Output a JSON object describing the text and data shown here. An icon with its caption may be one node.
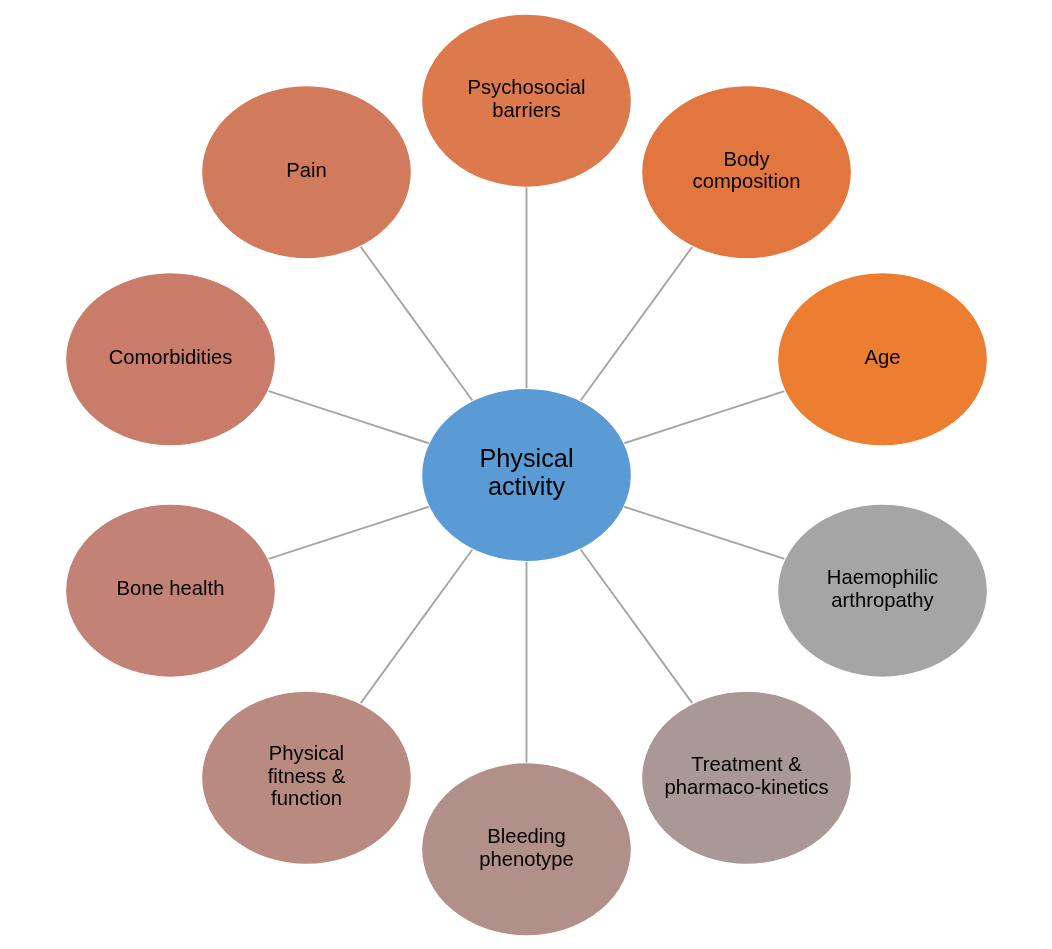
{
  "diagram": {
    "nodes": [
      {
        "text": [
          "Physical activity"
        ]
      },
      {
        "text": [
          "Age"
        ]
      },
      {
        "text": [
          "Body composition"
        ]
      },
      {
        "text": [
          "Psychosocial barriers"
        ]
      },
      {
        "text": [
          "Pain"
        ]
      },
      {
        "text": [
          "Comorbidities"
        ]
      },
      {
        "text": [
          "Bone health"
        ]
      },
      {
        "text": [
          "Physical fitness & function"
        ]
      },
      {
        "text": [
          "Bleeding phenotype"
        ]
      },
      {
        "text": [
          "Treatment & pharmaco-kinetics"
        ]
      },
      {
        "text": [
          "Haemophilic arthropathy"
        ]
      }
    ],
    "edges": [
      {
        "from": 0,
        "to": 1,
        "arrow": "none"
      },
      {
        "from": 0,
        "to": 2,
        "arrow": "none"
      },
      {
        "from": 0,
        "to": 3,
        "arrow": "none"
      },
      {
        "from": 0,
        "to": 4,
        "arrow": "none"
      },
      {
        "from": 0,
        "to": 5,
        "arrow": "none"
      },
      {
        "from": 0,
        "to": 6,
        "arrow": "none"
      },
      {
        "from": 0,
        "to": 7,
        "arrow": "none"
      },
      {
        "from": 0,
        "to": 8,
        "arrow": "none"
      },
      {
        "from": 0,
        "to": 9,
        "arrow": "none"
      },
      {
        "from": 0,
        "to": 10,
        "arrow": "none"
      }
    ]
  }
}
